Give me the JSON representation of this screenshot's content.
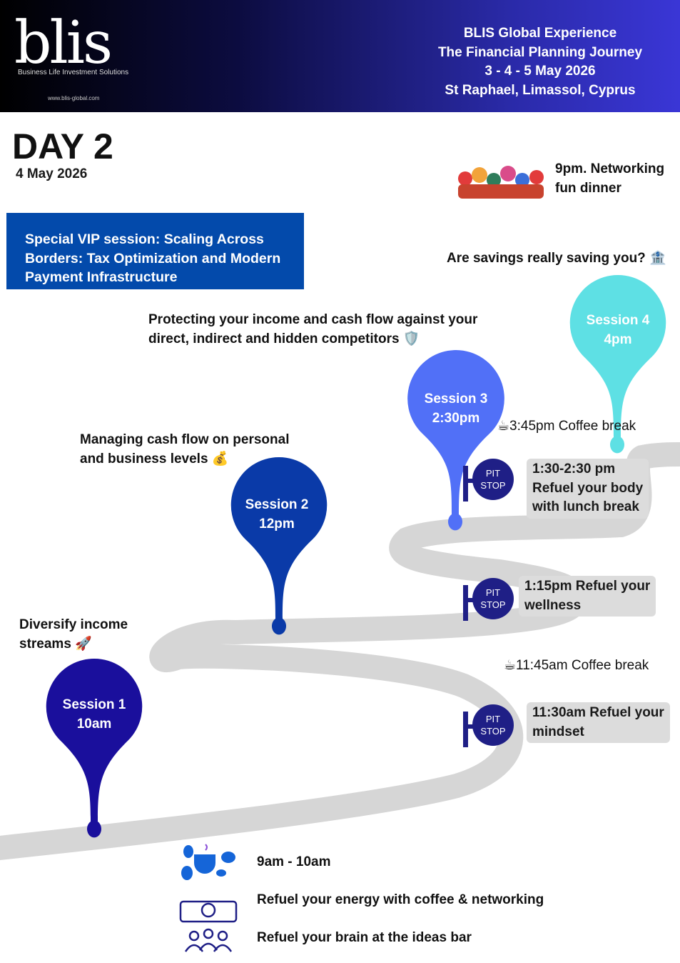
{
  "header": {
    "logo": "blis",
    "tagline": "Business Life Investment Solutions",
    "url": "www.blis-global.com",
    "event": [
      "BLIS Global Experience",
      "The Financial Planning Journey",
      "3 - 4 - 5 May 2026",
      "St Raphael, Limassol, Cyprus"
    ]
  },
  "day": {
    "title": "DAY 2",
    "date": "4 May 2026"
  },
  "vip": "Special VIP session: Scaling Across Borders: Tax Optimization and Modern Payment Infrastructure",
  "networking": [
    "9pm. Networking",
    "fun dinner"
  ],
  "sessions": [
    {
      "label": "Session 1",
      "time": "10am",
      "topic": [
        "Diversify income",
        "streams 🚀"
      ],
      "color": "#1a0f9c"
    },
    {
      "label": "Session 2",
      "time": "12pm",
      "topic": [
        "Managing cash flow on personal",
        "and business levels 💰"
      ],
      "color": "#0a3aa8"
    },
    {
      "label": "Session 3",
      "time": "2:30pm",
      "topic": [
        "Protecting your income and cash flow against your",
        "direct, indirect and hidden competitors 🛡️"
      ],
      "color": "#5170f7"
    },
    {
      "label": "Session 4",
      "time": "4pm",
      "topic": [
        "Are savings really saving you? 🏦"
      ],
      "color": "#5ee0e4"
    }
  ],
  "pitstop": {
    "line1": "PIT",
    "line2": "STOP",
    "color": "#1f1f86"
  },
  "breaks": {
    "mindset": [
      "11:30am Refuel your",
      "mindset"
    ],
    "wellness": [
      "1:15pm Refuel your",
      "wellness"
    ],
    "lunch": [
      "1:30-2:30 pm",
      "Refuel your body",
      "with lunch break"
    ],
    "coffee1": "11:45am Coffee break",
    "coffee2": "3:45pm Coffee break"
  },
  "footer": {
    "time": "9am - 10am",
    "coffee": "Refuel your energy with coffee & networking",
    "ideas": "Refuel your brain at the ideas bar"
  }
}
